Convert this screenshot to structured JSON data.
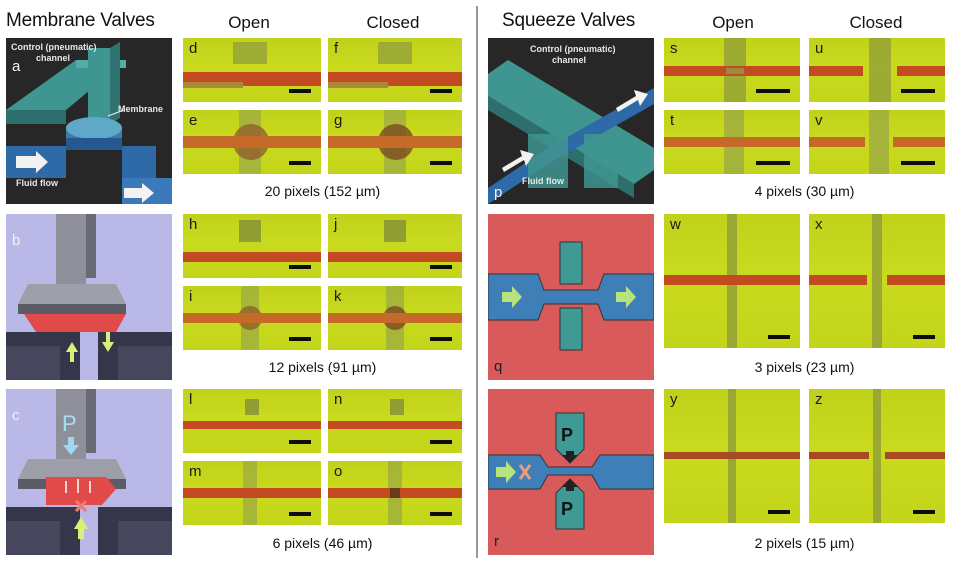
{
  "left": {
    "title": "Membrane Valves",
    "open_label": "Open",
    "closed_label": "Closed",
    "illustration_a": {
      "label": "a",
      "control_label_1": "Control (pneumatic)",
      "control_label_2": "channel",
      "membrane_label": "Membrane",
      "fluid_label": "Fluid flow"
    },
    "illustration_b": {
      "label": "b"
    },
    "illustration_c": {
      "label": "c",
      "pressure_label": "P"
    },
    "photos": {
      "d": "d",
      "e": "e",
      "f": "f",
      "g": "g",
      "h": "h",
      "i": "i",
      "j": "j",
      "k": "k",
      "l": "l",
      "m": "m",
      "n": "n",
      "o": "o"
    },
    "captions": [
      "20 pixels (152 µm)",
      "12 pixels (91 µm)",
      "6 pixels (46 µm)"
    ]
  },
  "right": {
    "title": "Squeeze Valves",
    "open_label": "Open",
    "closed_label": "Closed",
    "illustration_p": {
      "label": "p",
      "control_label_1": "Control (pneumatic)",
      "control_label_2": "channel",
      "fluid_label": "Fluid flow"
    },
    "illustration_q": {
      "label": "q"
    },
    "illustration_r": {
      "label": "r",
      "pressure_label": "P"
    },
    "photos": {
      "s": "s",
      "t": "t",
      "u": "u",
      "v": "v",
      "w": "w",
      "x": "x",
      "y": "y",
      "z": "z"
    },
    "captions": [
      "4 pixels (30 µm)",
      "3 pixels (23 µm)",
      "2 pixels (15 µm)"
    ]
  },
  "colors": {
    "photo_bg": "#c6d81c",
    "channel_red": "#c8361c",
    "schematic_red": "#d85a5a",
    "schematic_blue": "#3f7fb8",
    "schematic_teal": "#3f9a96",
    "illustration_lavender": "#b8b7e4",
    "illustration_dark": "#2a2a2a"
  }
}
